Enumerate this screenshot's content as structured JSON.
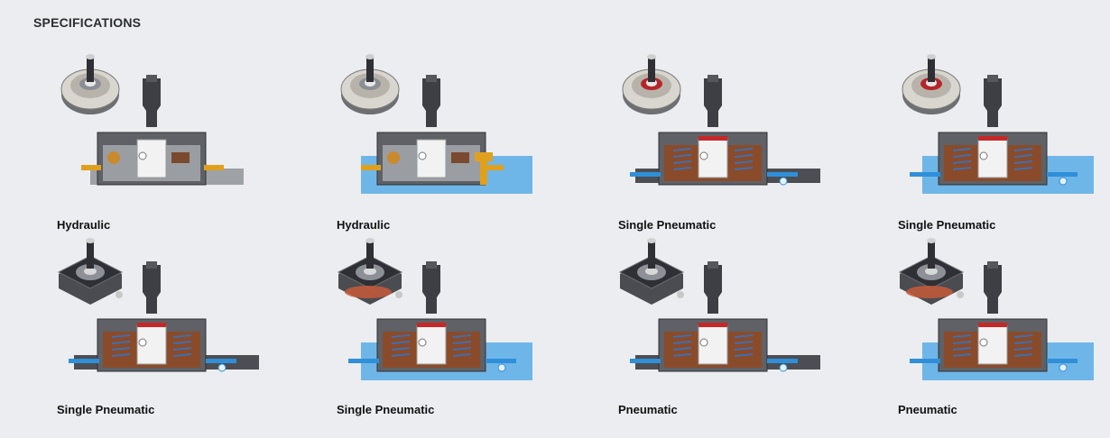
{
  "heading": "SPECIFICATIONS",
  "products": [
    {
      "label": "Hydraulic",
      "style": "round",
      "variant": "hydraulic",
      "tank": false
    },
    {
      "label": "Hydraulic",
      "style": "round",
      "variant": "hydraulic",
      "tank": true
    },
    {
      "label": "Single Pneumatic",
      "style": "round",
      "variant": "single",
      "tank": false
    },
    {
      "label": "Single Pneumatic",
      "style": "round",
      "variant": "single",
      "tank": true
    },
    {
      "label": "Single Pneumatic",
      "style": "square",
      "variant": "single",
      "tank": false
    },
    {
      "label": "Single Pneumatic",
      "style": "square",
      "variant": "single",
      "tank": true
    },
    {
      "label": "Pneumatic",
      "style": "square",
      "variant": "double",
      "tank": false
    },
    {
      "label": "Pneumatic",
      "style": "square",
      "variant": "double",
      "tank": true
    }
  ],
  "colors": {
    "background": "#ebedf0",
    "steel": "#3d3f44",
    "hydraulic_fitting": "#e0a01c",
    "pneumatic_tube": "#2f8fd8",
    "coolant_tank": "#6fb6e8",
    "body_copper": "#8a4b2a"
  }
}
